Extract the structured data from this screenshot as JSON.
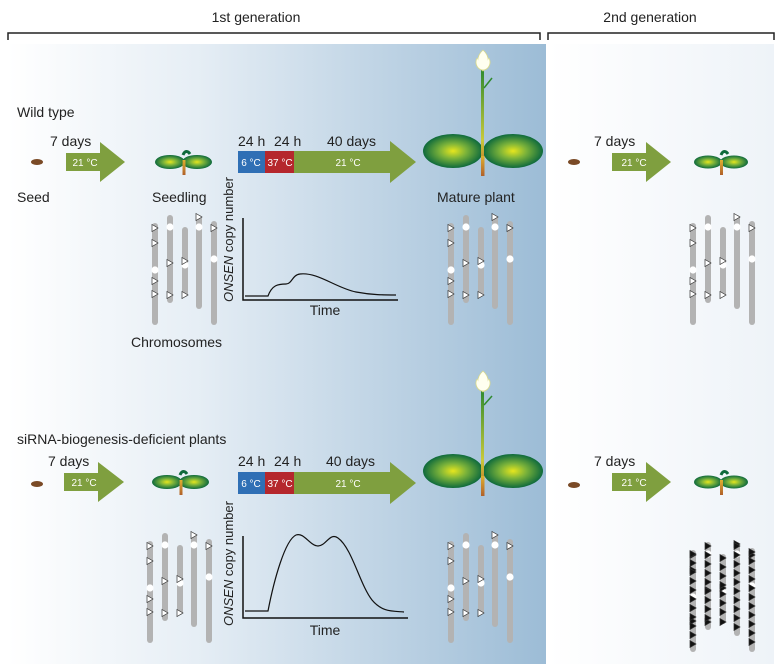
{
  "generations": {
    "first": "1st  generation",
    "second": "2nd  generation"
  },
  "rows": [
    {
      "label": "Wild type",
      "seed_label": "Seed",
      "seedling_label": "Seedling",
      "mature_label": "Mature plant",
      "chromosomes_label": "Chromosomes",
      "first_arrow": {
        "duration": "7 days",
        "temp": "21 °C"
      },
      "treatment": {
        "durations": [
          "24 h",
          "24 h",
          "40 days"
        ],
        "temps": [
          "6 °C",
          "37 °C",
          "21 °C"
        ]
      },
      "second_gen_arrow": {
        "duration": "7 days",
        "temp": "21 °C"
      },
      "plot": {
        "ylabel_italic": "ONSEN",
        "ylabel_rest": " copy number",
        "xlabel": "Time"
      }
    },
    {
      "label": "siRNA-biogenesis-deficient plants",
      "first_arrow": {
        "duration": "7 days",
        "temp": "21 °C"
      },
      "treatment": {
        "durations": [
          "24 h",
          "24 h",
          "40 days"
        ],
        "temps": [
          "6 °C",
          "37 °C",
          "21 °C"
        ]
      },
      "second_gen_arrow": {
        "duration": "7 days",
        "temp": "21 °C"
      },
      "plot": {
        "ylabel_italic": "ONSEN",
        "ylabel_rest": " copy number",
        "xlabel": "Time"
      }
    }
  ],
  "colors": {
    "arrow_green": "#7f9f3f",
    "cold_blue": "#2f6fb5",
    "heat_red": "#b5272d",
    "leaf_dark": "#0e6a3c",
    "leaf_center": "#d8e01e",
    "seed_brown": "#7a4a26",
    "chromosome_grey": "#b3b3b3",
    "panel_gradient_end": "#9fbfd8"
  }
}
